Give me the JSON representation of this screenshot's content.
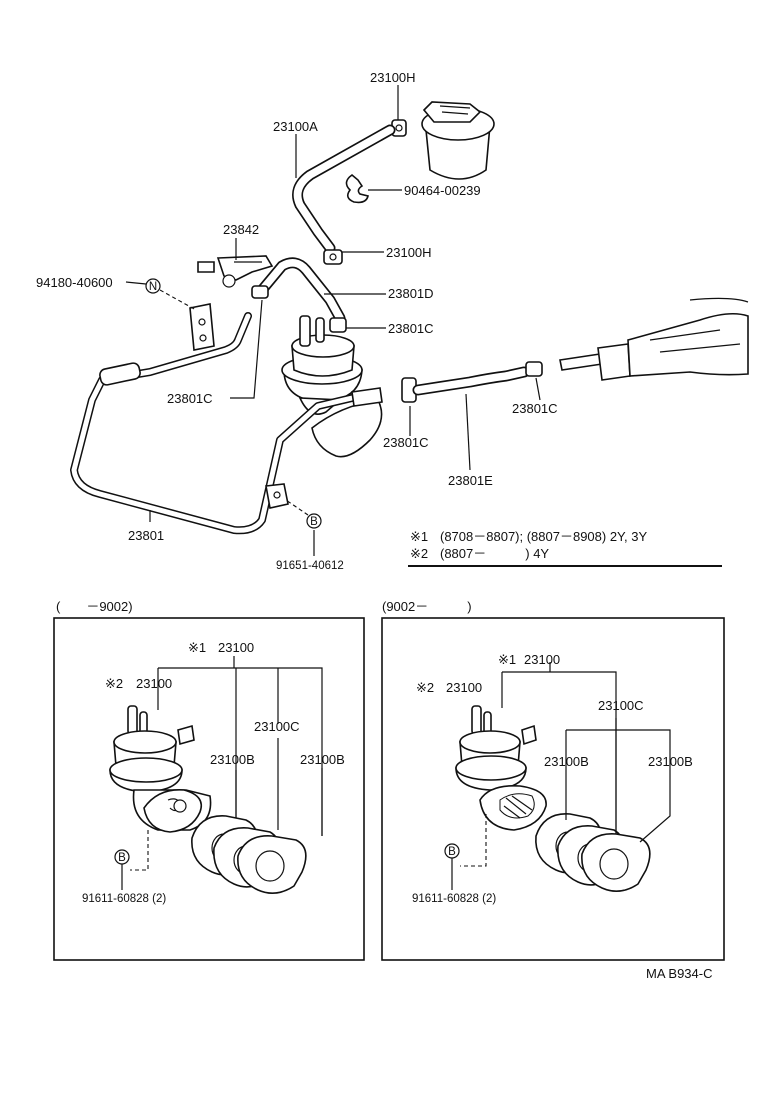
{
  "labels": {
    "l_23100H_top": "23100H",
    "l_23100A": "23100A",
    "l_90464": "90464-00239",
    "l_23100H_mid": "23100H",
    "l_23842": "23842",
    "l_94180": "94180-40600",
    "l_23801D": "23801D",
    "l_23801C_r": "23801C",
    "l_23801C_l": "23801C",
    "l_23801C_c": "23801C",
    "l_23801C_rr": "23801C",
    "l_23801E": "23801E",
    "l_23801": "23801",
    "l_91651": "91651-40612"
  },
  "markers": {
    "n": "N",
    "b": "B"
  },
  "notes": {
    "note1_mark": "※1",
    "note1_text": "(8708－8807); (8807－8908) 2Y, 3Y",
    "note2_mark": "※2",
    "note2_text": "(8807－　　　) 4Y"
  },
  "panels": {
    "left": {
      "range": "(　　－9002)",
      "mark1": "※1",
      "label_23100_top": "23100",
      "mark2": "※2",
      "label_23100_pump": "23100",
      "label_23100C": "23100C",
      "label_23100B_a": "23100B",
      "label_23100B_b": "23100B",
      "bolt": "91611-60828 (2)"
    },
    "right": {
      "range": "(9002－　　　)",
      "mark1": "※1",
      "label_23100_top": "23100",
      "mark2": "※2",
      "label_23100_pump": "23100",
      "label_23100C": "23100C",
      "label_23100B_a": "23100B",
      "label_23100B_b": "23100B",
      "bolt": "91611-60828 (2)"
    }
  },
  "footer_code": "MA B934-C"
}
